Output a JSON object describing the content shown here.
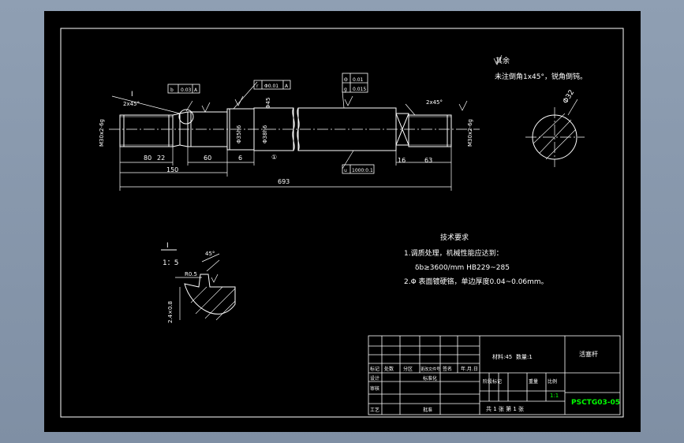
{
  "colors": {
    "viewport_bg": "#8e9db0",
    "paper": "#000000",
    "line": "#ffffff",
    "accent_green": "#00ff00"
  },
  "annotations": {
    "remaining": "其余",
    "chamfer_note": "未注倒角1x45°，锐角倒钝。",
    "tech_title": "技术要求",
    "tech_1": "1.调质处理，机械性能应达到：",
    "tech_1b": "δb≥3600/mm   HB229~285",
    "tech_2": "2.Φ  表面镀硬铬，单边厚度0.04~0.06mm。",
    "detail_label": "I",
    "detail_scale": "1：5",
    "section_dim": "Φ32"
  },
  "dimensions": {
    "d693": "693",
    "d150": "150",
    "d80": "80",
    "d22": "22",
    "d60": "60",
    "d6": "6",
    "d16": "16",
    "d63": "63",
    "chamfer_left": "2x45°",
    "chamfer_right": "2x45°",
    "thread_left": "M30x2-6g",
    "thread_right": "M30x2-6g",
    "dia_a": "Φ35h6",
    "dia_b": "Φ38h6",
    "dia_c": "Φ45",
    "radius": "R0.5",
    "undercut": "2.4×0.8",
    "angle": "45°",
    "ref_i": "I",
    "datum": "①"
  },
  "tolerances": {
    "fc1_a": "b",
    "fc1_b": "0.03",
    "fc1_c": "A",
    "fc2_a": "r",
    "fc2_b": "Φ0.01",
    "fc2_c": "A",
    "fc3_r1a": "Θ",
    "fc3_r1b": "0.01",
    "fc3_r2a": "g",
    "fc3_r2b": "0.015",
    "fc4_a": "u",
    "fc4_b": "1000:0.1"
  },
  "title_block": {
    "material": "材料:45",
    "quantity": "数量:1",
    "col_mark": "标记",
    "col_count": "处数",
    "col_zone": "分区",
    "col_doc": "更改文件号",
    "col_sign": "签名",
    "col_date": "年.月.日",
    "design": "设计",
    "standard": "标准化",
    "review": "审核",
    "process": "工艺",
    "approve": "批准",
    "stage_mark": "阶段标记",
    "weight": "重量",
    "scale_label": "比例",
    "scale_value": "1:1",
    "sheets": "共 1 张  第 1 张",
    "part_name": "活塞杆",
    "drawing_no": "PSCTG03-05"
  }
}
